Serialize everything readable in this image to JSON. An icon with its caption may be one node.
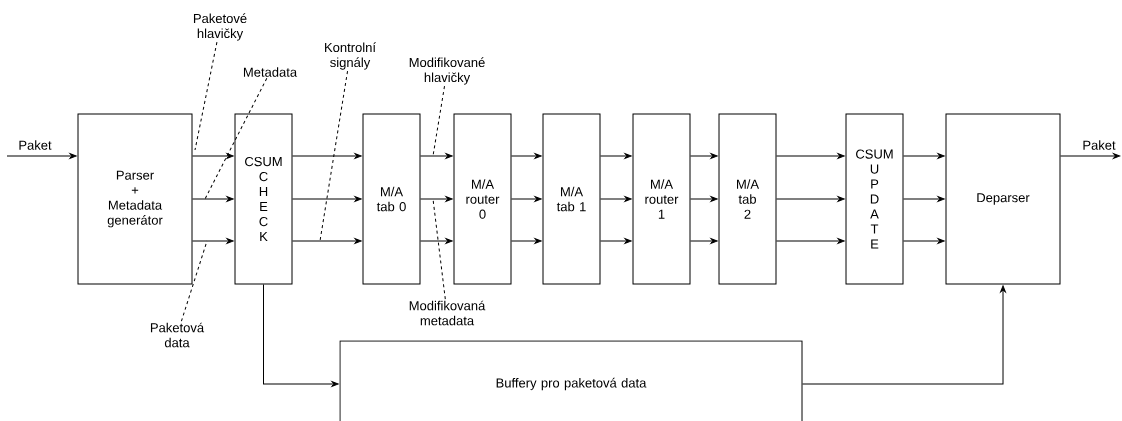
{
  "diagram": {
    "nodes": [
      {
        "text": [
          "Parser + Metadata generátor"
        ]
      },
      {
        "text": [
          "CSUM C H E C K"
        ]
      },
      {
        "text": [
          "M/A tab 0"
        ]
      },
      {
        "text": [
          "M/A router 0"
        ]
      },
      {
        "text": [
          "M/A tab 1"
        ]
      },
      {
        "text": [
          "M/A router 1"
        ]
      },
      {
        "text": [
          "M/A tab 2"
        ]
      },
      {
        "text": [
          "CSUM U P D A T E"
        ]
      },
      {
        "text": [
          "Deparser"
        ]
      },
      {
        "text": [
          "Buffery pro paketová data"
        ]
      },
      {
        "text": [
          "Paketové hlavičky"
        ]
      },
      {
        "text": [
          "Metadata"
        ]
      },
      {
        "text": [
          "Kontrolní signály"
        ]
      },
      {
        "text": [
          "Modifikované hlavičky"
        ]
      },
      {
        "text": [
          "Paketová data"
        ]
      },
      {
        "text": [
          "Modifikovaná metadata"
        ]
      }
    ],
    "edges": [
      {
        "from": null,
        "to": 0,
        "arrow": "to",
        "label": "Paket"
      },
      {
        "from": 0,
        "to": 1,
        "arrow": "to"
      },
      {
        "from": 0,
        "to": 1,
        "arrow": "to"
      },
      {
        "from": 0,
        "to": 1,
        "arrow": "to"
      },
      {
        "from": 1,
        "to": 2,
        "arrow": "to"
      },
      {
        "from": 1,
        "to": 2,
        "arrow": "to"
      },
      {
        "from": 1,
        "to": 2,
        "arrow": "to"
      },
      {
        "from": 2,
        "to": 3,
        "arrow": "to"
      },
      {
        "from": 2,
        "to": 3,
        "arrow": "to"
      },
      {
        "from": 2,
        "to": 3,
        "arrow": "to"
      },
      {
        "from": 3,
        "to": 4,
        "arrow": "to"
      },
      {
        "from": 3,
        "to": 4,
        "arrow": "to"
      },
      {
        "from": 3,
        "to": 4,
        "arrow": "to"
      },
      {
        "from": 4,
        "to": 5,
        "arrow": "to"
      },
      {
        "from": 4,
        "to": 5,
        "arrow": "to"
      },
      {
        "from": 4,
        "to": 5,
        "arrow": "to"
      },
      {
        "from": 5,
        "to": 6,
        "arrow": "to"
      },
      {
        "from": 5,
        "to": 6,
        "arrow": "to"
      },
      {
        "from": 5,
        "to": 6,
        "arrow": "to"
      },
      {
        "from": 6,
        "to": 7,
        "arrow": "to"
      },
      {
        "from": 6,
        "to": 7,
        "arrow": "to"
      },
      {
        "from": 6,
        "to": 7,
        "arrow": "to"
      },
      {
        "from": 7,
        "to": 8,
        "arrow": "to"
      },
      {
        "from": 7,
        "to": 8,
        "arrow": "to"
      },
      {
        "from": 7,
        "to": 8,
        "arrow": "to"
      },
      {
        "from": 8,
        "to": null,
        "arrow": "to",
        "label": "Paket"
      },
      {
        "from": 1,
        "to": 9,
        "arrow": "to"
      },
      {
        "from": 9,
        "to": 8,
        "arrow": "to"
      },
      {
        "from": 10,
        "to": 0,
        "arrow": "none",
        "style": "dashed"
      },
      {
        "from": 11,
        "to": 0,
        "arrow": "none",
        "style": "dashed"
      },
      {
        "from": 12,
        "to": null,
        "arrow": "none",
        "style": "dashed"
      },
      {
        "from": 13,
        "to": 2,
        "arrow": "none",
        "style": "dashed"
      },
      {
        "from": 14,
        "to": null,
        "arrow": "none",
        "style": "dashed"
      },
      {
        "from": 15,
        "to": 2,
        "arrow": "none",
        "style": "dashed"
      }
    ]
  }
}
